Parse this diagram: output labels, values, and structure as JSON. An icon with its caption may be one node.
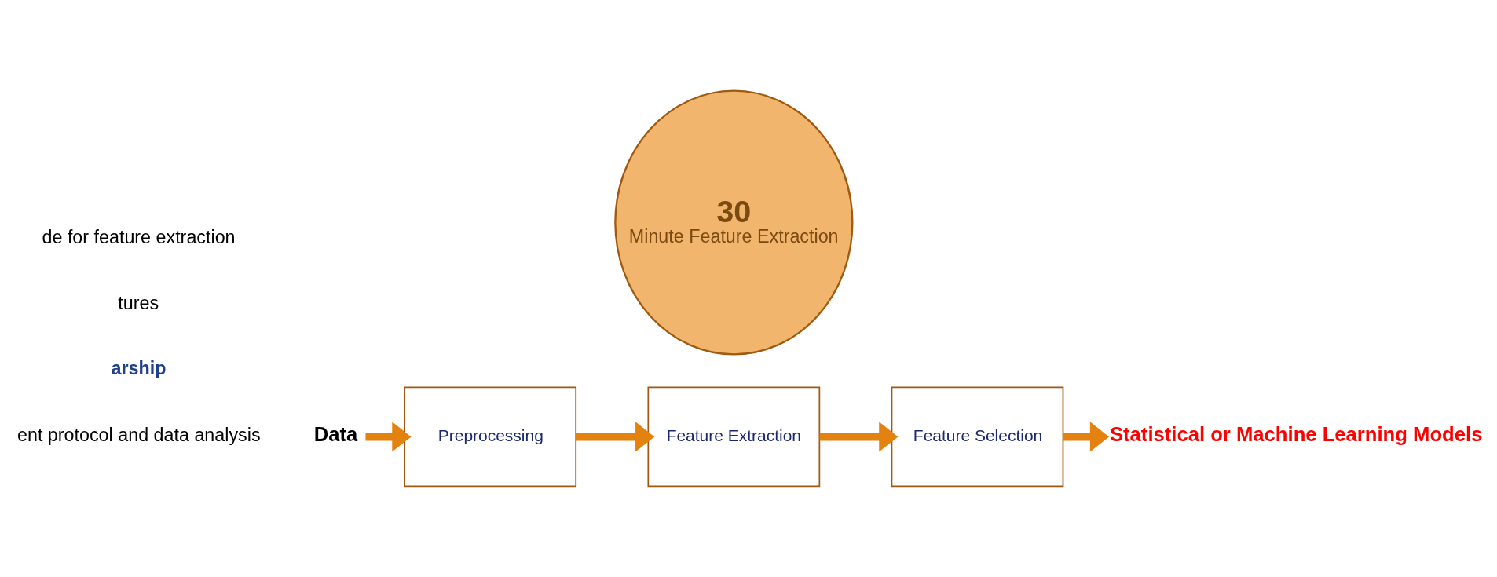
{
  "diagram": {
    "nodes": [
      {
        "text": [
          "30",
          "Minute Feature Extraction"
        ]
      },
      {
        "text": [
          "Data"
        ]
      },
      {
        "text": [
          "Preprocessing"
        ]
      },
      {
        "text": [
          "Feature Extraction"
        ]
      },
      {
        "text": [
          "Feature Selection"
        ]
      },
      {
        "text": [
          "Statistical or Machine Learning Models"
        ]
      }
    ],
    "edges": [
      {
        "from": 1,
        "to": 2,
        "arrow": "to"
      },
      {
        "from": 2,
        "to": 3,
        "arrow": "to"
      },
      {
        "from": 3,
        "to": 4,
        "arrow": "to"
      },
      {
        "from": 4,
        "to": 5,
        "arrow": "to"
      }
    ],
    "labels": [
      "arship",
      "tures",
      "de for feature extraction",
      "ent protocol and data analysis"
    ]
  }
}
